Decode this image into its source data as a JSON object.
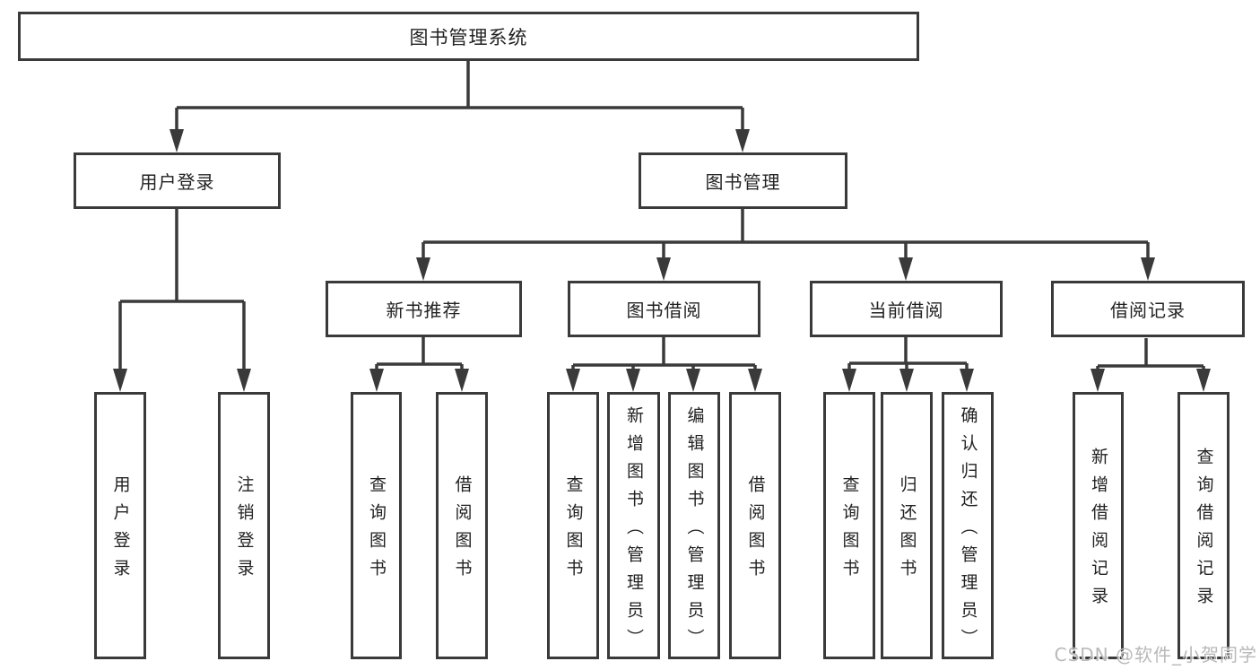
{
  "colors": {
    "line": "#3a3a3a",
    "box_border": "#3a3a3a",
    "box_fill": "#ffffff",
    "text": "#222222",
    "watermark": "#b9b9b9",
    "background": "#ffffff"
  },
  "watermark": "CSDN @软件_小贺同学",
  "tree": {
    "root": {
      "label": "图书管理系统"
    },
    "branches": [
      {
        "label": "用户登录",
        "children": [
          {
            "label": "用户登录"
          },
          {
            "label": "注销登录"
          }
        ]
      },
      {
        "label": "图书管理",
        "groups": [
          {
            "label": "新书推荐",
            "children": [
              {
                "label": "查询图书"
              },
              {
                "label": "借阅图书"
              }
            ]
          },
          {
            "label": "图书借阅",
            "children": [
              {
                "label": "查询图书"
              },
              {
                "label": "新增图书（管理员）"
              },
              {
                "label": "编辑图书（管理员）"
              },
              {
                "label": "借阅图书"
              }
            ]
          },
          {
            "label": "当前借阅",
            "children": [
              {
                "label": "查询图书"
              },
              {
                "label": "归还图书"
              },
              {
                "label": "确认归还（管理员）"
              }
            ]
          },
          {
            "label": "借阅记录",
            "children": [
              {
                "label": "新增借阅记录"
              },
              {
                "label": "查询借阅记录"
              }
            ]
          }
        ]
      }
    ]
  }
}
